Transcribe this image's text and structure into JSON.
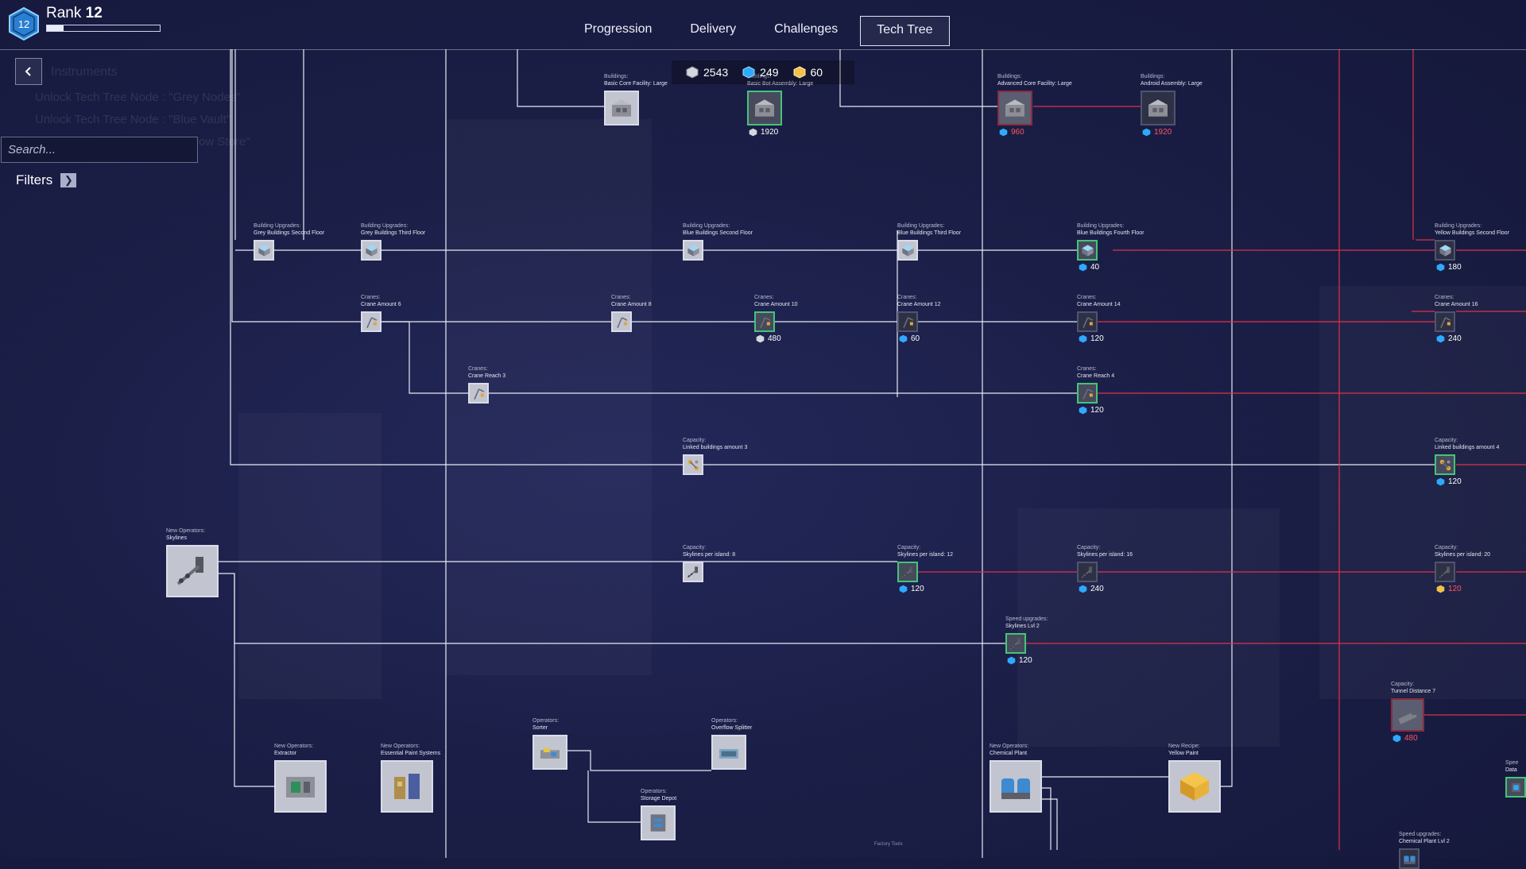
{
  "rank": {
    "label": "Rank",
    "number": "12",
    "progress": 0.15
  },
  "tabs": [
    "Progression",
    "Delivery",
    "Challenges",
    "Tech Tree"
  ],
  "active_tab": "Tech Tree",
  "currency": {
    "grey": "2543",
    "blue": "249",
    "yellow": "60"
  },
  "sidebar": {
    "search_placeholder": "Search...",
    "filters_label": "Filters",
    "ghost_title": "Instruments",
    "ghost_items": [
      "Unlock Tech Tree Node : \"Grey Nodes\"",
      "Unlock Tech Tree Node : \"Blue Vault\"",
      "ow Store\""
    ]
  },
  "footer_text": "Factory Tools",
  "colors": {
    "link": "#e8eaf3",
    "locked_link": "#e0304a",
    "blue_cost": "#2fa9ff",
    "grey_cost": "#d5d7de",
    "yellow_cost": "#f0c24a"
  },
  "nodes": [
    {
      "id": "basic-core-facility-large",
      "category": "Buildings:",
      "title": "Basic Core Facility: Large",
      "state": "done",
      "icon": "building-icon"
    },
    {
      "id": "basic-bot-assembly-large",
      "category": "Buildings:",
      "title": "Basic Bot Assembly: Large",
      "state": "current",
      "icon": "building-icon",
      "cost": "1920",
      "cur": "grey"
    },
    {
      "id": "advanced-core-facility-large",
      "category": "Buildings:",
      "title": "Advanced Core Facility: Large",
      "state": "locked",
      "icon": "building-icon",
      "cost": "960",
      "cur": "blue",
      "red": true
    },
    {
      "id": "android-assembly-large",
      "category": "Buildings:",
      "title": "Android Assembly: Large",
      "state": "dim",
      "icon": "building-icon",
      "cost": "1920",
      "cur": "blue",
      "red": true
    },
    {
      "id": "grey-buildings-second-floor",
      "category": "Building Upgrades:",
      "title": "Grey Buildings Second Floor",
      "state": "done",
      "icon": "floor-icon"
    },
    {
      "id": "grey-buildings-third-floor",
      "category": "Building Upgrades:",
      "title": "Grey Buildings Third Floor",
      "state": "done",
      "icon": "floor-icon"
    },
    {
      "id": "blue-buildings-second-floor",
      "category": "Building Upgrades:",
      "title": "Blue Buildings Second Floor",
      "state": "done",
      "icon": "floor-icon"
    },
    {
      "id": "blue-buildings-third-floor",
      "category": "Building Upgrades:",
      "title": "Blue Buildings Third Floor",
      "state": "done",
      "icon": "floor-icon"
    },
    {
      "id": "blue-buildings-fourth-floor",
      "category": "Building Upgrades:",
      "title": "Blue Buildings Fourth Floor",
      "state": "current",
      "icon": "floor-icon",
      "cost": "40",
      "cur": "blue"
    },
    {
      "id": "yellow-buildings-second-floor",
      "category": "Building Upgrades:",
      "title": "Yellow Buildings Second Floor",
      "state": "dim",
      "icon": "floor-icon",
      "cost": "180",
      "cur": "blue"
    },
    {
      "id": "crane-amount-6",
      "category": "Cranes:",
      "title": "Crane Amount 6",
      "state": "done",
      "icon": "crane-icon"
    },
    {
      "id": "crane-amount-8",
      "category": "Cranes:",
      "title": "Crane Amount 8",
      "state": "done",
      "icon": "crane-icon"
    },
    {
      "id": "crane-amount-10",
      "category": "Cranes:",
      "title": "Crane Amount 10",
      "state": "current",
      "icon": "crane-icon",
      "cost": "480",
      "cur": "grey"
    },
    {
      "id": "crane-amount-12",
      "category": "Cranes:",
      "title": "Crane Amount 12",
      "state": "dim",
      "icon": "crane-icon",
      "cost": "60",
      "cur": "blue"
    },
    {
      "id": "crane-amount-14",
      "category": "Cranes:",
      "title": "Crane Amount 14",
      "state": "dim",
      "icon": "crane-icon",
      "cost": "120",
      "cur": "blue"
    },
    {
      "id": "crane-amount-16",
      "category": "Cranes:",
      "title": "Crane Amount 16",
      "state": "dim",
      "icon": "crane-icon",
      "cost": "240",
      "cur": "blue"
    },
    {
      "id": "crane-reach-3",
      "category": "Cranes:",
      "title": "Crane Reach 3",
      "state": "done",
      "icon": "crane-icon"
    },
    {
      "id": "crane-reach-4",
      "category": "Cranes:",
      "title": "Crane Reach 4",
      "state": "current",
      "icon": "crane-icon",
      "cost": "120",
      "cur": "blue"
    },
    {
      "id": "linked-buildings-3",
      "category": "Capacity:",
      "title": "Linked buildings amount 3",
      "state": "done",
      "icon": "link-icon"
    },
    {
      "id": "linked-buildings-4",
      "category": "Capacity:",
      "title": "Linked buildings amount 4",
      "state": "current",
      "icon": "link-icon",
      "cost": "120",
      "cur": "blue"
    },
    {
      "id": "skylines",
      "category": "New Operators:",
      "title": "Skylines",
      "state": "done",
      "icon": "skyline-icon"
    },
    {
      "id": "skylines-per-island-8",
      "category": "Capacity:",
      "title": "Skylines per island: 8",
      "state": "done",
      "icon": "skyline-icon"
    },
    {
      "id": "skylines-per-island-12",
      "category": "Capacity:",
      "title": "Skylines per island: 12",
      "state": "current",
      "icon": "skyline-icon",
      "cost": "120",
      "cur": "blue"
    },
    {
      "id": "skylines-per-island-16",
      "category": "Capacity:",
      "title": "Skylines per island: 16",
      "state": "dim",
      "icon": "skyline-icon",
      "cost": "240",
      "cur": "blue"
    },
    {
      "id": "skylines-per-island-20",
      "category": "Capacity:",
      "title": "Skylines per island: 20",
      "state": "dim",
      "icon": "skyline-icon",
      "cost": "120",
      "cur": "yellow",
      "red": true
    },
    {
      "id": "skylines-lvl-2",
      "category": "Speed upgrades:",
      "title": "Skylines Lvl 2",
      "state": "current",
      "icon": "skyline-icon",
      "cost": "120",
      "cur": "blue"
    },
    {
      "id": "tunnel-distance-7",
      "category": "Capacity:",
      "title": "Tunnel Distance 7",
      "state": "locked",
      "icon": "tunnel-icon",
      "cost": "480",
      "cur": "blue",
      "red": true
    },
    {
      "id": "extractor",
      "category": "New Operators:",
      "title": "Extractor",
      "state": "done",
      "icon": "extractor-icon"
    },
    {
      "id": "essential-paint-systems",
      "category": "New Operators:",
      "title": "Essential Paint Systems",
      "state": "done",
      "icon": "paint-icon"
    },
    {
      "id": "sorter",
      "category": "Operators:",
      "title": "Sorter",
      "state": "done",
      "icon": "sorter-icon"
    },
    {
      "id": "overflow-splitter",
      "category": "Operators:",
      "title": "Overflow Splitter",
      "state": "done",
      "icon": "splitter-icon"
    },
    {
      "id": "storage-depot",
      "category": "Operators:",
      "title": "Storage Depot",
      "state": "done",
      "icon": "depot-icon"
    },
    {
      "id": "chemical-plant",
      "category": "New Operators:",
      "title": "Chemical Plant",
      "state": "done",
      "icon": "chemical-icon"
    },
    {
      "id": "yellow-paint",
      "category": "New Recipe:",
      "title": "Yellow Paint",
      "state": "done",
      "icon": "paint-cube-icon"
    },
    {
      "id": "chemical-plant-lvl-2",
      "category": "Speed upgrades:",
      "title": "Chemical Plant Lvl 2",
      "state": "dim",
      "icon": "chemical-icon"
    },
    {
      "id": "offscreen-data",
      "category": "Spee",
      "title": "Data",
      "state": "current",
      "icon": "data-icon"
    }
  ]
}
